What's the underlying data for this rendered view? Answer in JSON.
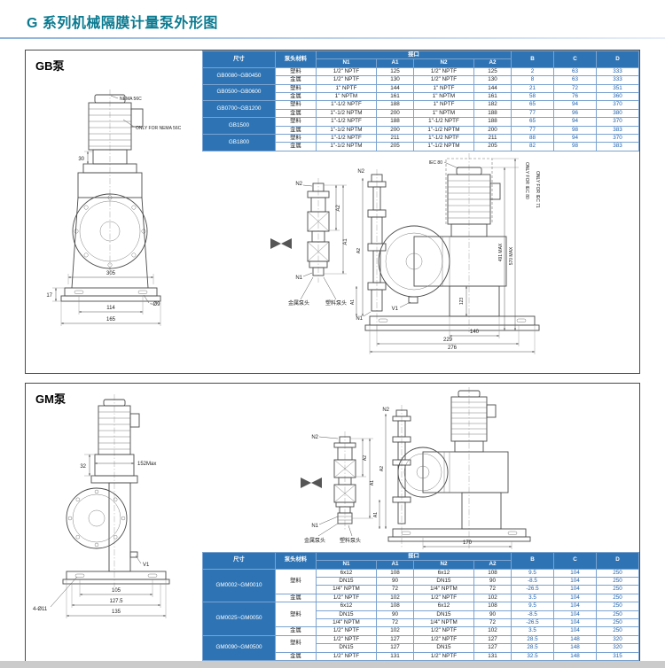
{
  "page": {
    "title": "G 系列机械隔膜计量泵外形图"
  },
  "th": {
    "size": "尺寸",
    "material": "泵头材料",
    "port": "接口",
    "n1": "N1",
    "a1": "A1",
    "n2": "N2",
    "a2": "A2",
    "b": "B",
    "c": "C",
    "d": "D"
  },
  "gb": {
    "label": "GB泵",
    "table": {
      "groups": [
        {
          "size": "GB0080~GB0450",
          "rows": [
            {
              "material": "塑料",
              "cells": [
                "1/2\" NPTF",
                "125",
                "1/2\" NPTF",
                "125",
                "2",
                "63",
                "333"
              ]
            },
            {
              "material": "金属",
              "cells": [
                "1/2\" NPTF",
                "130",
                "1/2\" NPTF",
                "130",
                "8",
                "63",
                "333"
              ]
            }
          ]
        },
        {
          "size": "GB0500~GB0600",
          "rows": [
            {
              "material": "塑料",
              "cells": [
                "1\" NPTF",
                "144",
                "1\" NPTF",
                "144",
                "21",
                "72",
                "351"
              ]
            },
            {
              "material": "金属",
              "cells": [
                "1\" NPTM",
                "161",
                "1\" NPTM",
                "161",
                "58",
                "76",
                "360"
              ]
            }
          ]
        },
        {
          "size": "GB0700~GB1200",
          "rows": [
            {
              "material": "塑料",
              "cells": [
                "1\"-1/2 NPTF",
                "188",
                "1\" NPTF",
                "182",
                "65",
                "94",
                "370"
              ]
            },
            {
              "material": "金属",
              "cells": [
                "1\"-1/2 NPTM",
                "200",
                "1\" NPTM",
                "188",
                "77",
                "96",
                "380"
              ]
            }
          ]
        },
        {
          "size": "GB1500",
          "rows": [
            {
              "material": "塑料",
              "cells": [
                "1\"-1/2 NPTF",
                "188",
                "1\"-1/2 NPTF",
                "188",
                "65",
                "94",
                "370"
              ]
            },
            {
              "material": "金属",
              "cells": [
                "1\"-1/2 NPTM",
                "200",
                "1\"-1/2 NPTM",
                "200",
                "77",
                "98",
                "383"
              ]
            }
          ]
        },
        {
          "size": "GB1800",
          "rows": [
            {
              "material": "塑料",
              "cells": [
                "1\"-1/2 NPTF",
                "211",
                "1\"-1/2 NPTF",
                "211",
                "88",
                "94",
                "370"
              ]
            },
            {
              "material": "金属",
              "cells": [
                "1\"-1/2 NPTM",
                "205",
                "1\"-1/2 NPTM",
                "205",
                "82",
                "98",
                "383"
              ]
            }
          ]
        }
      ]
    },
    "drawing": {
      "nema": "NEMA 56C",
      "only_nema": "ONLY FOR NEMA 56C",
      "d30": "30",
      "d17": "17",
      "d305": "305",
      "d114": "114",
      "d165": "165",
      "hole": "~Ø9",
      "n2_valve": "N2",
      "n1_valve": "N1",
      "a1_valve": "A1",
      "a2_valve": "A2",
      "metal_head": "金属泵头",
      "plastic_head": "塑料泵头",
      "iec80": "IEC 80",
      "only_iec80": "ONLY FOR IEC 80",
      "only_iec71": "ONLY FOR IEC 71",
      "max570": "570 MAX",
      "max491": "491 MAX",
      "n2_side": "N2",
      "n1_side": "N1",
      "a1_side": "A1",
      "a2_side": "A2",
      "d123": "123",
      "d140": "140",
      "d229": "229",
      "d276": "276",
      "v1": "V1"
    }
  },
  "gm": {
    "label": "GM泵",
    "table": {
      "groups": [
        {
          "size": "GM0002~GM0010",
          "rows": [
            {
              "material": "塑料",
              "mspan": 3,
              "cells": [
                "6x12",
                "108",
                "6x12",
                "108",
                "9.5",
                "104",
                "250"
              ]
            },
            {
              "cells": [
                "DN15",
                "90",
                "DN15",
                "90",
                "-8.5",
                "104",
                "250"
              ]
            },
            {
              "cells": [
                "1/4\" NPTM",
                "72",
                "1/4\" NPTM",
                "72",
                "-26.5",
                "104",
                "250"
              ]
            },
            {
              "material": "金属",
              "cells": [
                "1/2\" NPTF",
                "102",
                "1/2\" NPTF",
                "102",
                "3.5",
                "104",
                "250"
              ]
            }
          ]
        },
        {
          "size": "GM0025~GM0050",
          "rows": [
            {
              "material": "塑料",
              "mspan": 3,
              "cells": [
                "6x12",
                "108",
                "6x12",
                "108",
                "9.5",
                "104",
                "250"
              ]
            },
            {
              "cells": [
                "DN15",
                "90",
                "DN15",
                "90",
                "-8.5",
                "104",
                "250"
              ]
            },
            {
              "cells": [
                "1/4\" NPTM",
                "72",
                "1/4\" NPTM",
                "72",
                "-26.5",
                "104",
                "250"
              ]
            },
            {
              "material": "金属",
              "cells": [
                "1/2\" NPTF",
                "102",
                "1/2\" NPTF",
                "102",
                "3.5",
                "104",
                "250"
              ]
            }
          ]
        },
        {
          "size": "GM0090~GM0500",
          "rows": [
            {
              "material": "塑料",
              "mspan": 2,
              "cells": [
                "1/2\" NPTF",
                "127",
                "1/2\" NPTF",
                "127",
                "28.5",
                "148",
                "320"
              ]
            },
            {
              "cells": [
                "DN15",
                "127",
                "DN15",
                "127",
                "28.5",
                "148",
                "320"
              ]
            },
            {
              "material": "金属",
              "cells": [
                "1/2\" NPTF",
                "131",
                "1/2\" NPTF",
                "131",
                "32.5",
                "148",
                "315"
              ]
            }
          ]
        }
      ]
    },
    "drawing": {
      "d152": "152Max",
      "d32": "32",
      "d105": "105",
      "d127": "127.5",
      "d135": "135",
      "holes": "4-Ø11",
      "v1": "V1",
      "n2_valve": "N2",
      "n1_valve": "N1",
      "a1_valve": "A1",
      "a2_valve": "A2",
      "metal_head": "金属泵头",
      "plastic_head": "塑料泵头",
      "n2_side": "N2",
      "a1_side": "A1",
      "a2_side": "A2",
      "d170": "170"
    }
  }
}
